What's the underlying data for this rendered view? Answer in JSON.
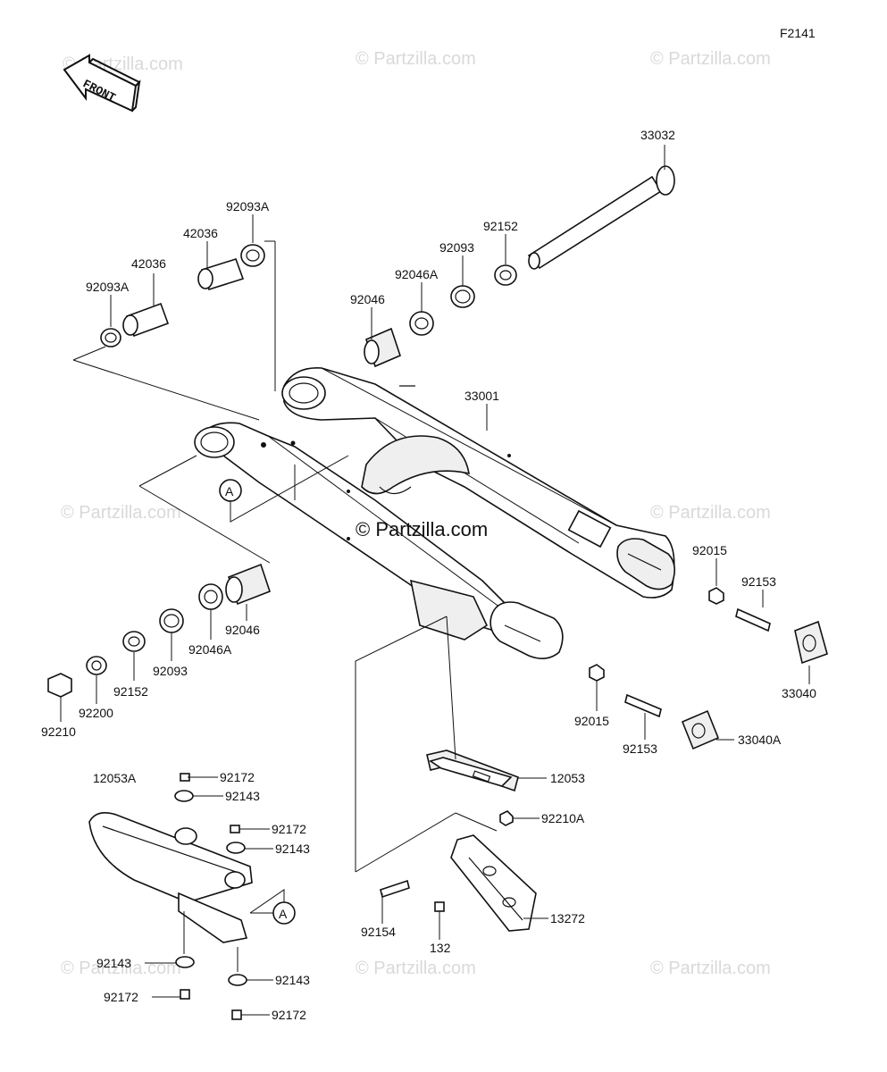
{
  "figure_code": "F2141",
  "front_arrow_label": "FRONT",
  "watermarks": {
    "repeat_text": "© Partzilla.com",
    "center_text": "© Partzilla.com"
  },
  "parts": {
    "p33032": "33032",
    "p92093A_top": "92093A",
    "p42036_top": "42036",
    "p42036_left": "42036",
    "p92093A_left": "92093A",
    "p92152_top": "92152",
    "p92093_top": "92093",
    "p92046A_top": "92046A",
    "p92046_top": "92046",
    "p33001": "33001",
    "p92015_right": "92015",
    "p92153_right": "92153",
    "p33040": "33040",
    "p92046_bottom": "92046",
    "p92046A_bottom": "92046A",
    "p92093_bottom": "92093",
    "p92152_bottom": "92152",
    "p92200": "92200",
    "p92210": "92210",
    "p92015_mid": "92015",
    "p92153_mid": "92153",
    "p33040A": "33040A",
    "p12053": "12053",
    "p12053A": "12053A",
    "p92172_a": "92172",
    "p92143_a": "92143",
    "p92172_b": "92172",
    "p92143_b": "92143",
    "p92210A": "92210A",
    "p92154": "92154",
    "p132": "132",
    "p13272": "13272",
    "p92143_c": "92143",
    "p92143_d": "92143",
    "p92172_c": "92172",
    "p92172_d": "92172"
  },
  "refs": {
    "ref_a_upper": "A",
    "ref_a_lower": "A"
  }
}
